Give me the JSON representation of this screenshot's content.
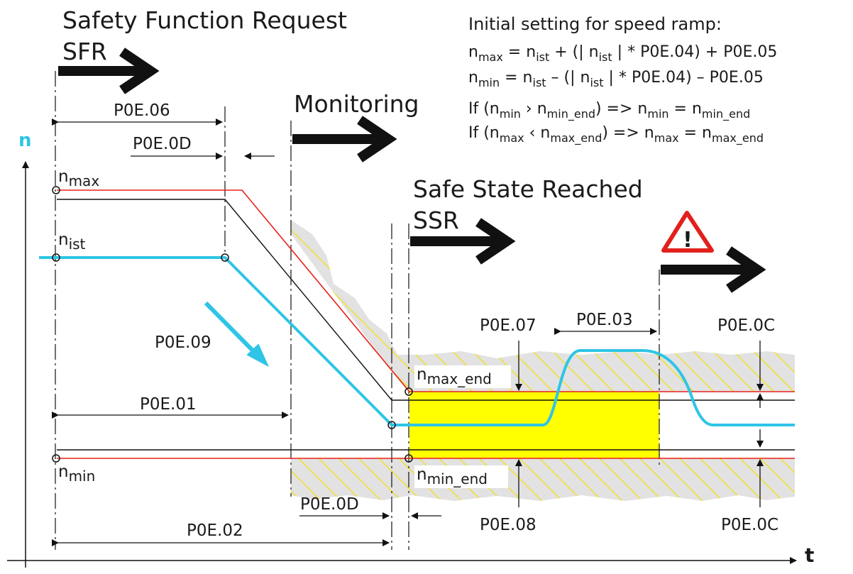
{
  "headings": {
    "sfr_title": "Safety Function Request",
    "sfr_abbr": "SFR",
    "monitoring": "Monitoring",
    "ssr_title": "Safe State Reached",
    "ssr_abbr": "SSR"
  },
  "formula_block": {
    "title": "Initial setting for speed ramp:",
    "line1": {
      "a": "n",
      "a_sub": "max",
      "b": " = n",
      "b_sub": "ist",
      "c": " + (| n",
      "c_sub": "ist",
      "d": " | * P0E.04) + P0E.05"
    },
    "line2": {
      "a": "n",
      "a_sub": "min",
      "b": " = n",
      "b_sub": "ist",
      "c": " – (| n",
      "c_sub": "ist",
      "d": " | * P0E.04) – P0E.05"
    },
    "line3": {
      "a": "If (n",
      "a_sub": "min",
      "b": " › n",
      "b_sub": "min_end",
      "c": ") => n",
      "c_sub": "min",
      "d": " = n",
      "d_sub": "min_end"
    },
    "line4": {
      "a": "If (n",
      "a_sub": "max",
      "b": " ‹ n",
      "b_sub": "max_end",
      "c": ") => n",
      "c_sub": "max",
      "d": " = n",
      "d_sub": "max_end"
    }
  },
  "axes": {
    "y": "n",
    "x": "t"
  },
  "curve_labels": {
    "n_max": {
      "base": "n",
      "sub": "max"
    },
    "n_ist": {
      "base": "n",
      "sub": "ist"
    },
    "n_min": {
      "base": "n",
      "sub": "min"
    },
    "n_max_end": {
      "base": "n",
      "sub": "max_end"
    },
    "n_min_end": {
      "base": "n",
      "sub": "min_end"
    }
  },
  "parameters": {
    "p06": "P0E.06",
    "p0d_top": "P0E.0D",
    "p09": "P0E.09",
    "p01": "P0E.01",
    "p02": "P0E.02",
    "p0d_bottom": "P0E.0D",
    "p07": "P0E.07",
    "p03": "P0E.03",
    "p0c_top": "P0E.0C",
    "p08": "P0E.08",
    "p0c_bottom": "P0E.0C"
  },
  "warning": {
    "symbol": "!"
  },
  "colors": {
    "speed": "#2ec5e6",
    "limit_red": "#e8211a",
    "safe_zone": "#ffff00",
    "hatch": "#f0e030",
    "grey_band": "#e2e2e2",
    "warning_red": "#e2211c"
  }
}
